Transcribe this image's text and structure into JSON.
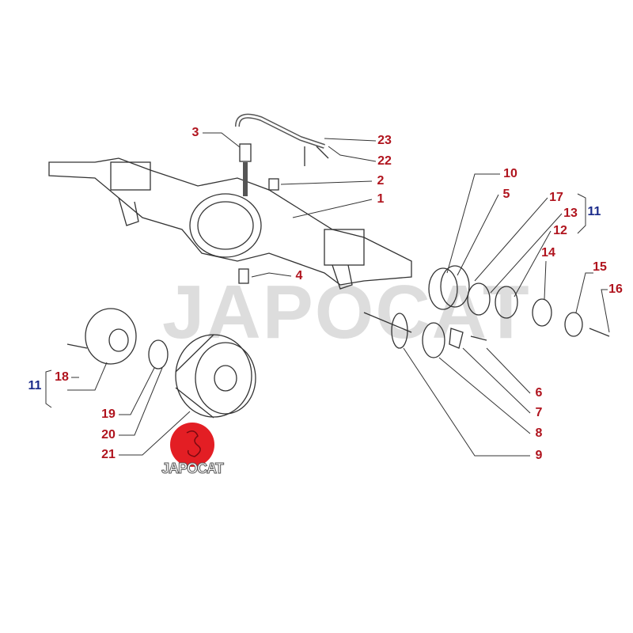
{
  "watermark": "JAPOCAT",
  "logo": {
    "text": "JAPOCAT",
    "color": "#e31e24"
  },
  "colors": {
    "part_number": "#b0141e",
    "group_number": "#1a2a8a",
    "line": "#333333"
  },
  "callouts": {
    "p1": "1",
    "p2": "2",
    "p3": "3",
    "p4": "4",
    "p5": "5",
    "p6": "6",
    "p7": "7",
    "p8": "8",
    "p9": "9",
    "p10": "10",
    "p12": "12",
    "p13": "13",
    "p14": "14",
    "p15": "15",
    "p16": "16",
    "p17": "17",
    "p18": "18",
    "p19": "19",
    "p20": "20",
    "p21": "21",
    "p22": "22",
    "p23": "23",
    "g11a": "11",
    "g11b": "11"
  }
}
